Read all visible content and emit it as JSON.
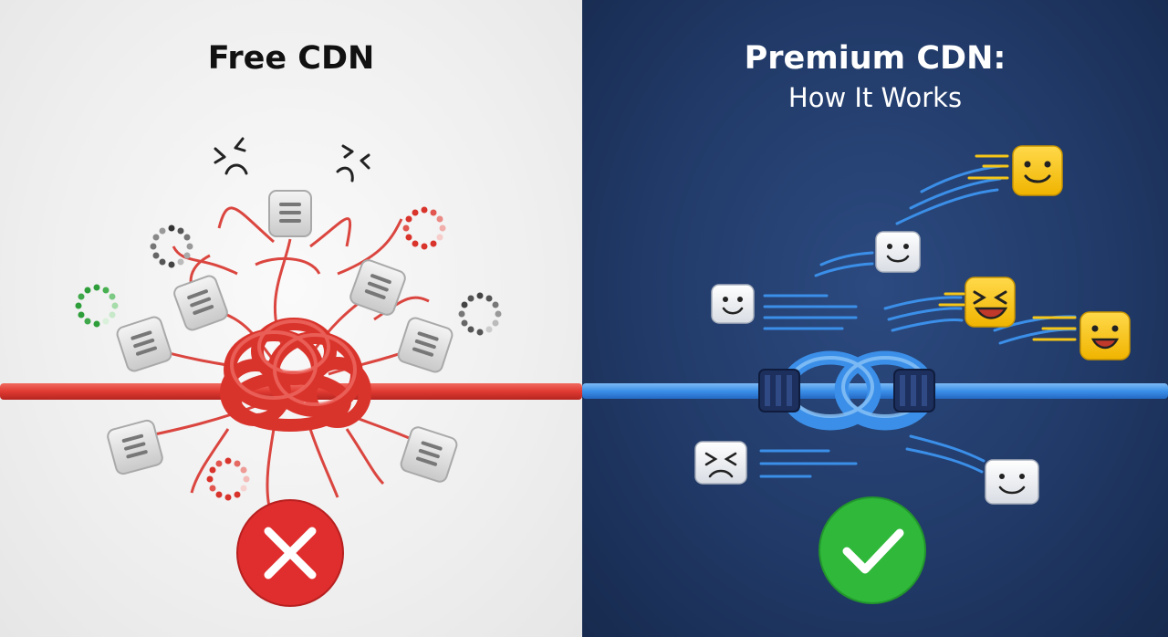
{
  "left_panel": {
    "title": "Free CDN",
    "background": "#efefef",
    "cable_color": "#e03a32",
    "status_icon": "cross-icon",
    "status_color": "#e02e2e",
    "node_icons": [
      "server-icon"
    ],
    "spinner_icons": [
      "loading-spinner-icon"
    ],
    "face_icons": [
      "frustrated-face-icon"
    ]
  },
  "right_panel": {
    "title": "Premium CDN:",
    "subtitle": "How It Works",
    "background": "#213a68",
    "cable_color": "#3b8fe8",
    "status_icon": "checkmark-icon",
    "status_color": "#2fb83a",
    "face_icons": [
      "happy-face-icon",
      "laughing-face-icon",
      "sad-face-icon"
    ],
    "happy_color": "#f5c518"
  }
}
